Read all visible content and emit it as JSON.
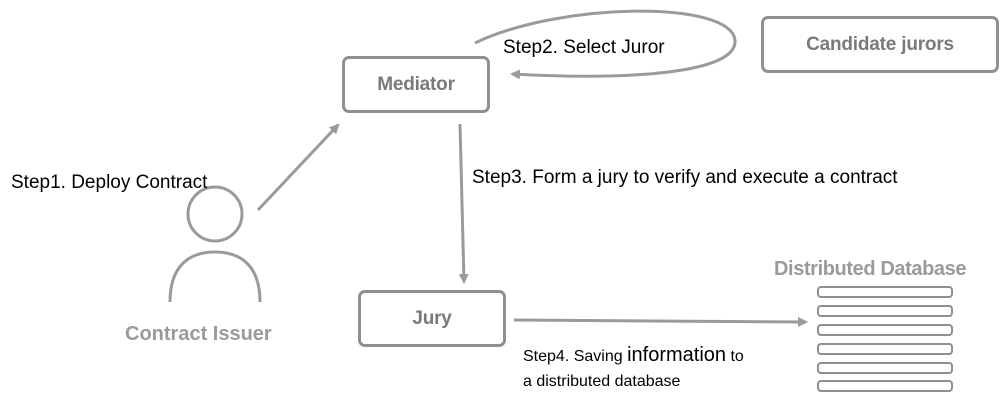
{
  "nodes": {
    "mediator": "Mediator",
    "candidate_jurors": "Candidate jurors",
    "jury": "Jury",
    "contract_issuer": "Contract Issuer",
    "distributed_database": "Distributed Database"
  },
  "steps": {
    "step1": "Step1. Deploy Contract",
    "step2": "Step2. Select Juror",
    "step3": "Step3. Form a jury to verify and execute a contract",
    "step4_a": "Step4. Saving ",
    "step4_b": "information",
    "step4_c": " to",
    "step4_line2": "a distributed database"
  },
  "colors": {
    "box_border": "#8f8f8f",
    "arrow": "#9a9a9a",
    "label_gray": "#9a9a9a",
    "text": "#000000"
  }
}
